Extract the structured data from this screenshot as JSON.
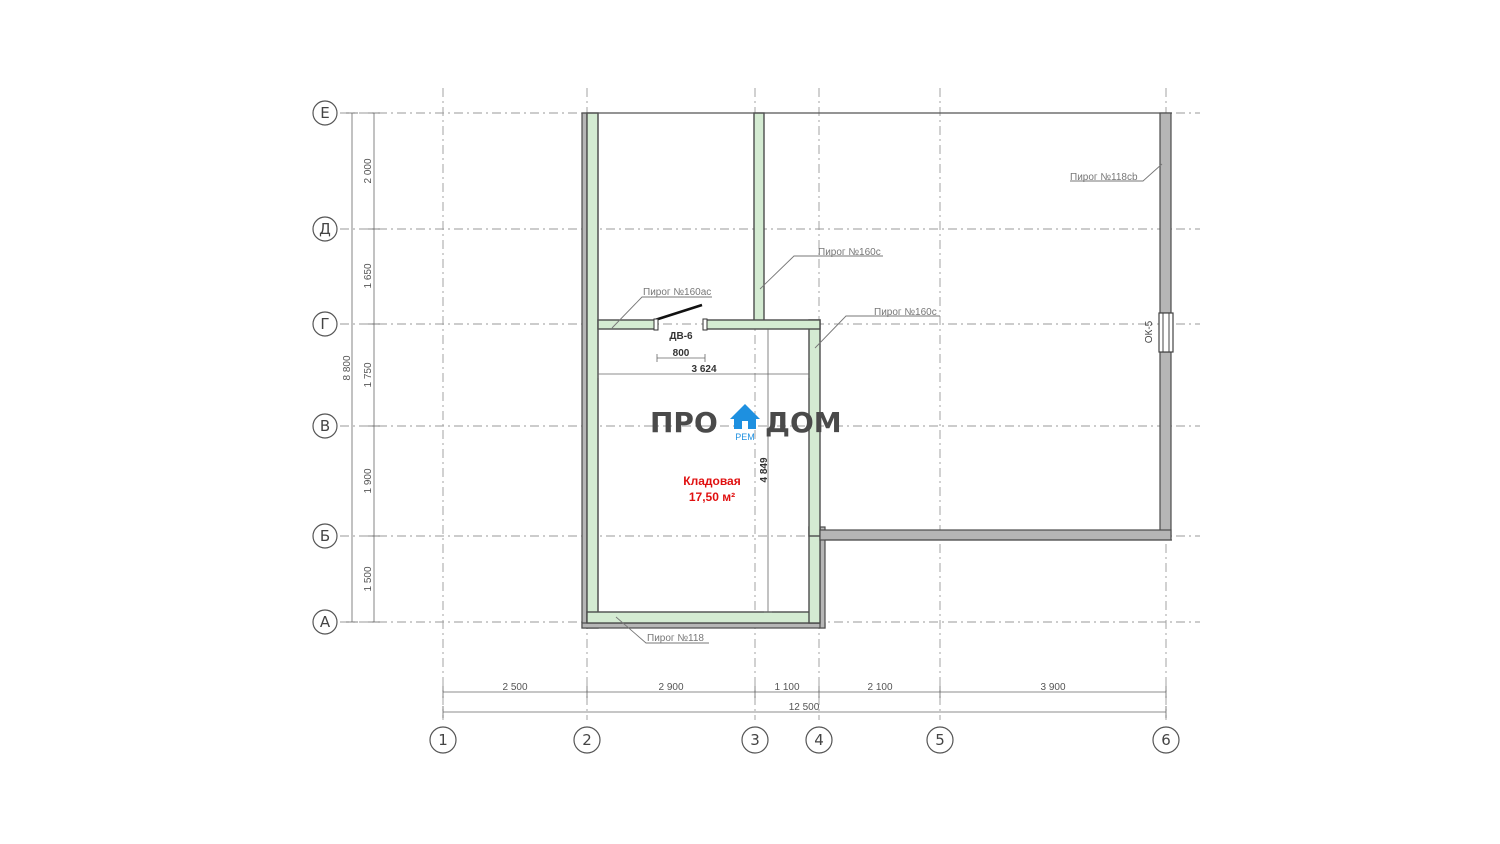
{
  "axes_top_letters": [
    "Е",
    "Д",
    "Г",
    "В",
    "Б",
    "А"
  ],
  "axes_bottom_numbers": [
    "1",
    "2",
    "3",
    "4",
    "5",
    "6"
  ],
  "dims_vertical": [
    "2 000",
    "1 650",
    "1 750",
    "1 900",
    "1 500"
  ],
  "dim_vertical_total": "8 800",
  "dims_horizontal": [
    "2 500",
    "2 900",
    "1 100",
    "2 100",
    "3 900"
  ],
  "dim_horizontal_total": "12 500",
  "labels": {
    "pirog_118cb": "Пирог №118cb",
    "pirog_160c_a": "Пирог №160c",
    "pirog_160c_b": "Пирог №160c",
    "pirog_160ac": "Пирог №160ac",
    "pirog_118": "Пирог №118",
    "window": "ОК-5",
    "door": "ДВ-6"
  },
  "room_dims": {
    "door_width": "800",
    "room_width": "3 624",
    "room_height": "4 849"
  },
  "room": {
    "name": "Кладовая",
    "area": "17,50 м²"
  },
  "logo": {
    "left": "ПРО",
    "right": "ДОМ",
    "sub": "РЕМ",
    "icon": "house-icon",
    "color": "#1e90e0"
  },
  "colors": {
    "wall_green": "#d4ebd2",
    "wall_grey": "#b6b6b6",
    "room_label": "#e01010"
  }
}
